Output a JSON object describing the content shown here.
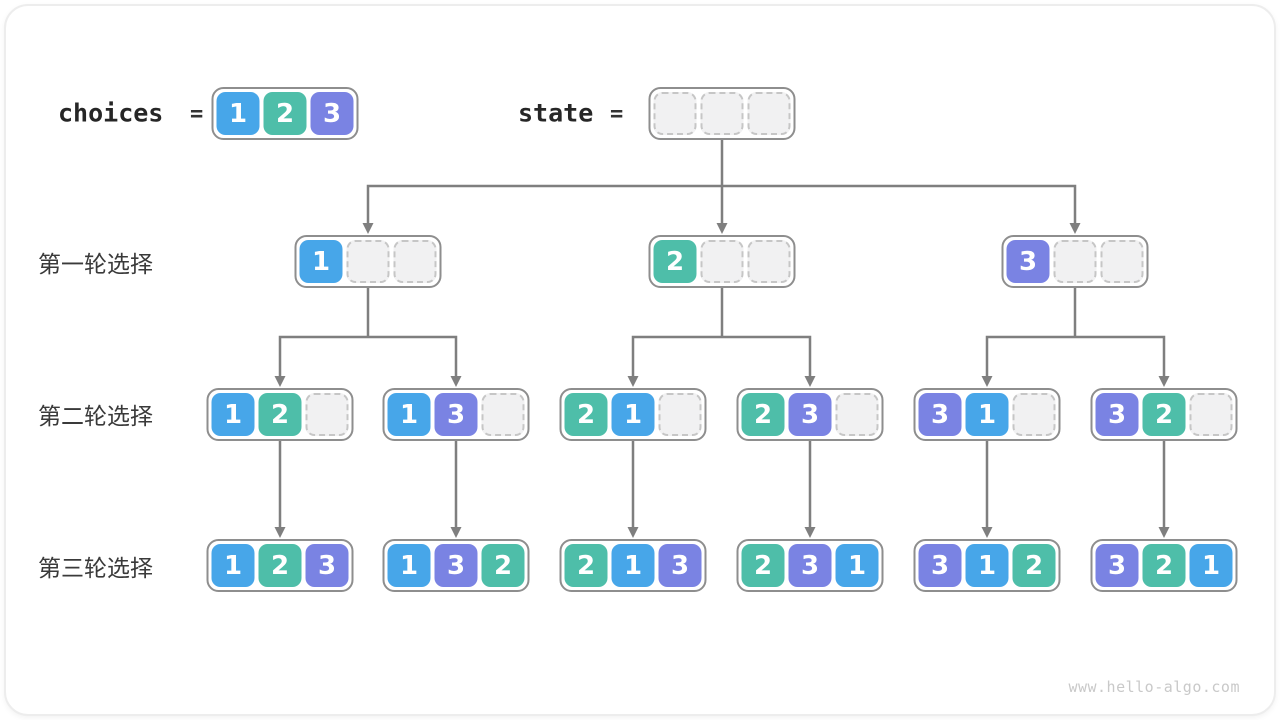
{
  "palette": {
    "1": "#47A6E9",
    "2": "#4EBEA9",
    "3": "#7A83E3",
    "empty_fill": "#F1F1F2",
    "empty_border": "#C6C6C6",
    "container_border": "#8E8E8E",
    "connector": "#7F7F7F",
    "code_text": "#262626",
    "label_text": "#3A3A3A",
    "watermark_text": "#C9C9C9"
  },
  "header": {
    "choices_label": "choices",
    "equals": "=",
    "state_label": "state",
    "choices": [
      1,
      2,
      3
    ],
    "state": [
      null,
      null,
      null
    ]
  },
  "rounds": [
    {
      "label": "第一轮选择",
      "nodes": [
        [
          1,
          null,
          null
        ],
        [
          2,
          null,
          null
        ],
        [
          3,
          null,
          null
        ]
      ]
    },
    {
      "label": "第二轮选择",
      "nodes": [
        [
          1,
          2,
          null
        ],
        [
          1,
          3,
          null
        ],
        [
          2,
          1,
          null
        ],
        [
          2,
          3,
          null
        ],
        [
          3,
          1,
          null
        ],
        [
          3,
          2,
          null
        ]
      ]
    },
    {
      "label": "第三轮选择",
      "nodes": [
        [
          1,
          2,
          3
        ],
        [
          1,
          3,
          2
        ],
        [
          2,
          1,
          3
        ],
        [
          2,
          3,
          1
        ],
        [
          3,
          1,
          2
        ],
        [
          3,
          2,
          1
        ]
      ]
    }
  ],
  "watermark": "www.hello-algo.com"
}
